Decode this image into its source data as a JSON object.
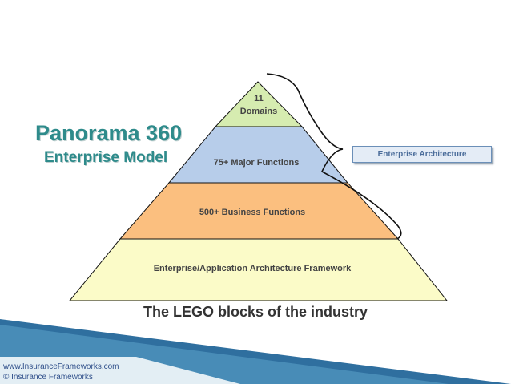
{
  "title": "Panorama 360",
  "subtitle": "Enterprise Model",
  "pyramid": {
    "levels": [
      {
        "label_line1": "11",
        "label_line2": "Domains",
        "color": "#d6ecb0"
      },
      {
        "label": "75+ Major Functions",
        "color": "#b7cdea"
      },
      {
        "label": "500+ Business Functions",
        "color": "#fbbf7f"
      },
      {
        "label": "Enterprise/Application Architecture Framework",
        "color": "#fbfbc8"
      }
    ]
  },
  "callout": {
    "label": "Enterprise Architecture"
  },
  "caption": "The LEGO blocks of the industry",
  "footer": {
    "url": "www.InsuranceFrameworks.com",
    "copyright": "© Insurance Frameworks"
  },
  "colors": {
    "title": "#2e8b8b",
    "footer_wedge": "#2f6f9f"
  }
}
